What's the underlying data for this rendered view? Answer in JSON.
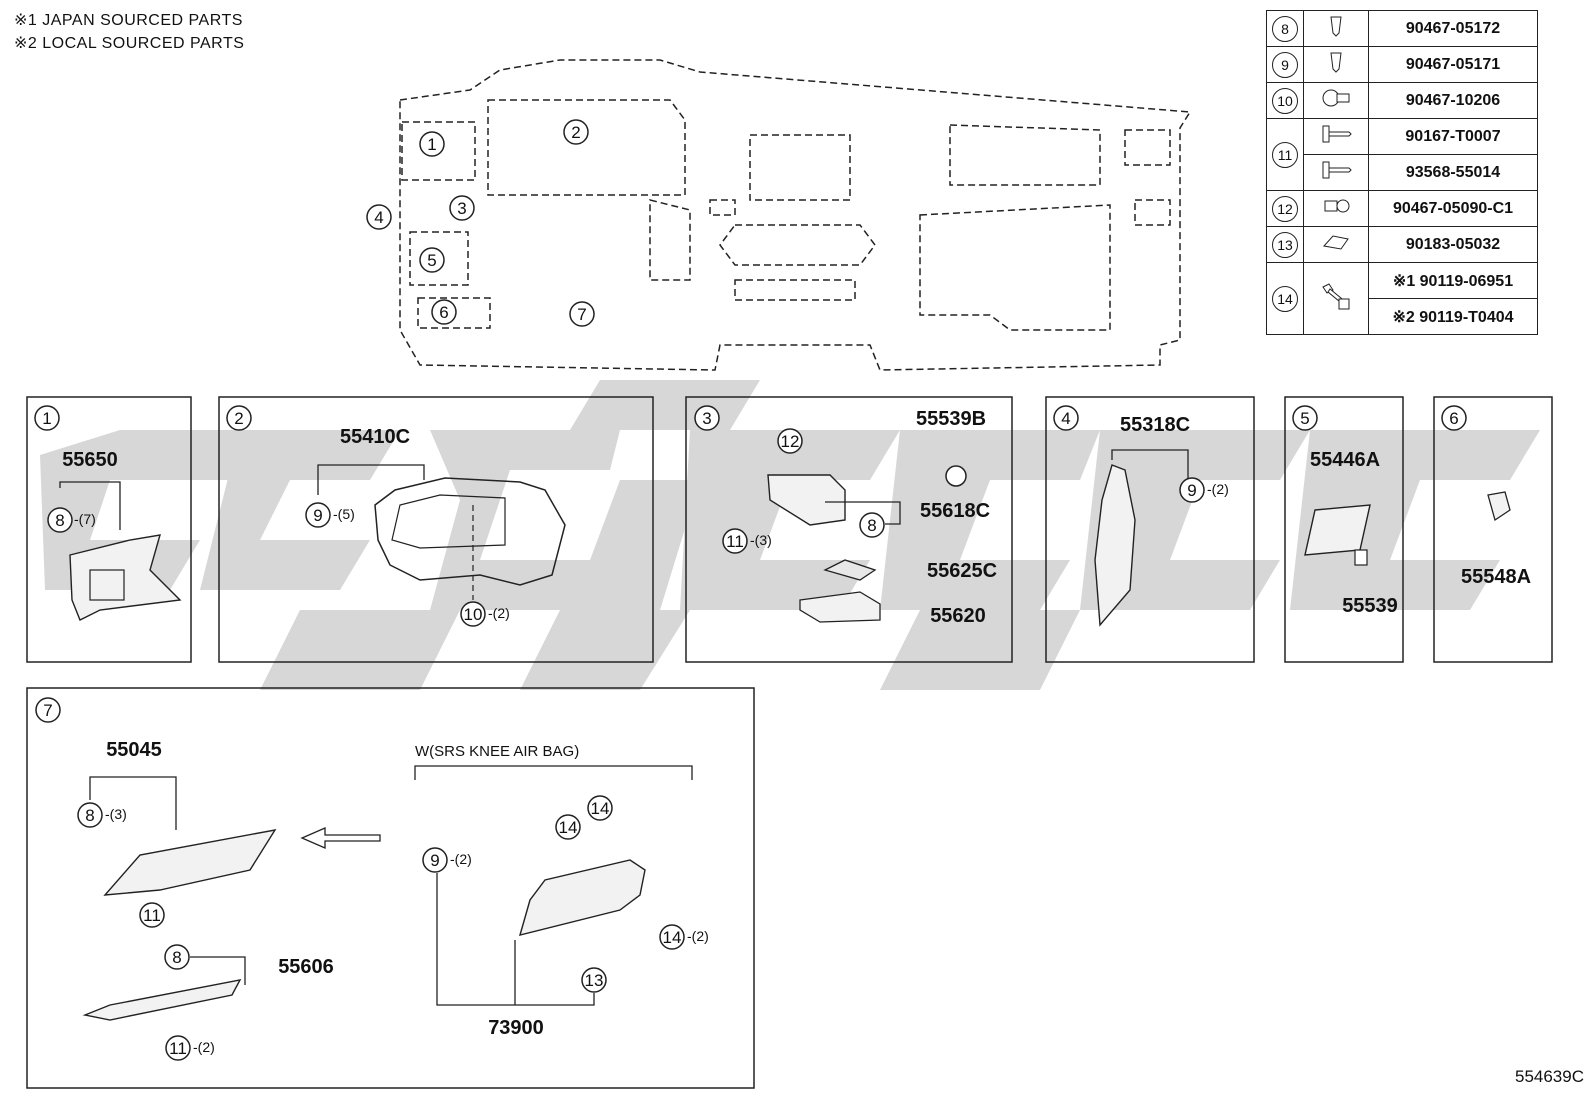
{
  "notes": [
    "※1  JAPAN SOURCED PARTS",
    "※2  LOCAL SOURCED PARTS"
  ],
  "parts_table": [
    {
      "ref": "8",
      "icon": "clip-icon",
      "part_no": "90467-05172"
    },
    {
      "ref": "9",
      "icon": "clip-icon",
      "part_no": "90467-05171"
    },
    {
      "ref": "10",
      "icon": "grommet-clip-icon",
      "part_no": "90467-10206"
    },
    {
      "ref": "11",
      "icon": "screw-icon",
      "part_no": "90167-T0007"
    },
    {
      "ref": "",
      "icon": "screw-icon",
      "part_no": "93568-55014"
    },
    {
      "ref": "12",
      "icon": "push-clip-icon",
      "part_no": "90467-05090-C1"
    },
    {
      "ref": "13",
      "icon": "nut-clip-icon",
      "part_no": "90183-05032"
    },
    {
      "ref": "14",
      "icon": "bolt-icon",
      "part_no": "※1 90119-06951"
    },
    {
      "ref": "",
      "icon": "",
      "part_no": "※2 90119-T0404"
    }
  ],
  "overview_callouts": [
    "1",
    "2",
    "3",
    "4",
    "5",
    "6",
    "7"
  ],
  "panels": [
    {
      "id": "1",
      "parts": [
        "55650"
      ],
      "fasteners": [
        "8",
        "-(7)"
      ]
    },
    {
      "id": "2",
      "parts": [
        "55410C"
      ],
      "fasteners": [
        "9",
        "-(5)",
        "10",
        "-(2)"
      ]
    },
    {
      "id": "3",
      "parts": [
        "55539B",
        "55618C",
        "55625C",
        "55620"
      ],
      "fasteners": [
        "12",
        "8",
        "11",
        "-(3)"
      ]
    },
    {
      "id": "4",
      "parts": [
        "55318C"
      ],
      "fasteners": [
        "9",
        "-(2)"
      ]
    },
    {
      "id": "5",
      "parts": [
        "55446A",
        "55539"
      ],
      "fasteners": []
    },
    {
      "id": "6",
      "parts": [
        "55548A"
      ],
      "fasteners": []
    },
    {
      "id": "7",
      "parts": [
        "55045",
        "55606",
        "73900"
      ],
      "fasteners": [
        "8",
        "-(3)",
        "11",
        "8",
        "11",
        "-(2)",
        "9",
        "-(2)",
        "14",
        "14",
        "14",
        "-(2)",
        "13"
      ],
      "subheading": "W(SRS KNEE AIR BAG)"
    }
  ],
  "diagram_code": "554639C"
}
